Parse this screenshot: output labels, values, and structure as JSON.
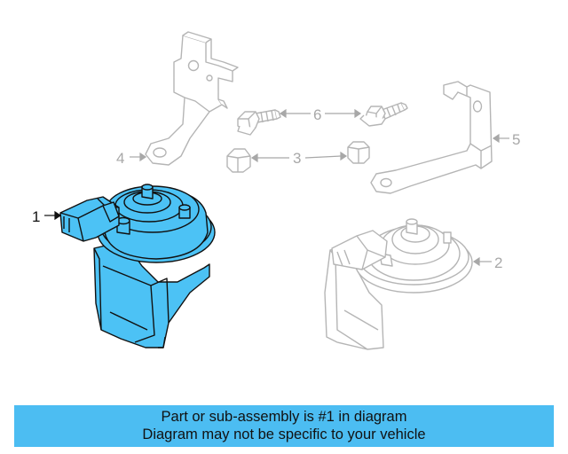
{
  "diagram": {
    "callouts": [
      {
        "number": "1"
      },
      {
        "number": "2"
      },
      {
        "number": "3"
      },
      {
        "number": "4"
      },
      {
        "number": "5"
      },
      {
        "number": "6"
      }
    ],
    "highlighted_part": "1",
    "colors": {
      "highlight_fill": "#4cc2f5",
      "line": "#111111",
      "ghost_line": "#b5b5b5"
    }
  },
  "banner": {
    "line1": "Part or sub-assembly is #1 in diagram",
    "line2": "Diagram may not be specific to your vehicle",
    "color": "#4cbdf2"
  }
}
